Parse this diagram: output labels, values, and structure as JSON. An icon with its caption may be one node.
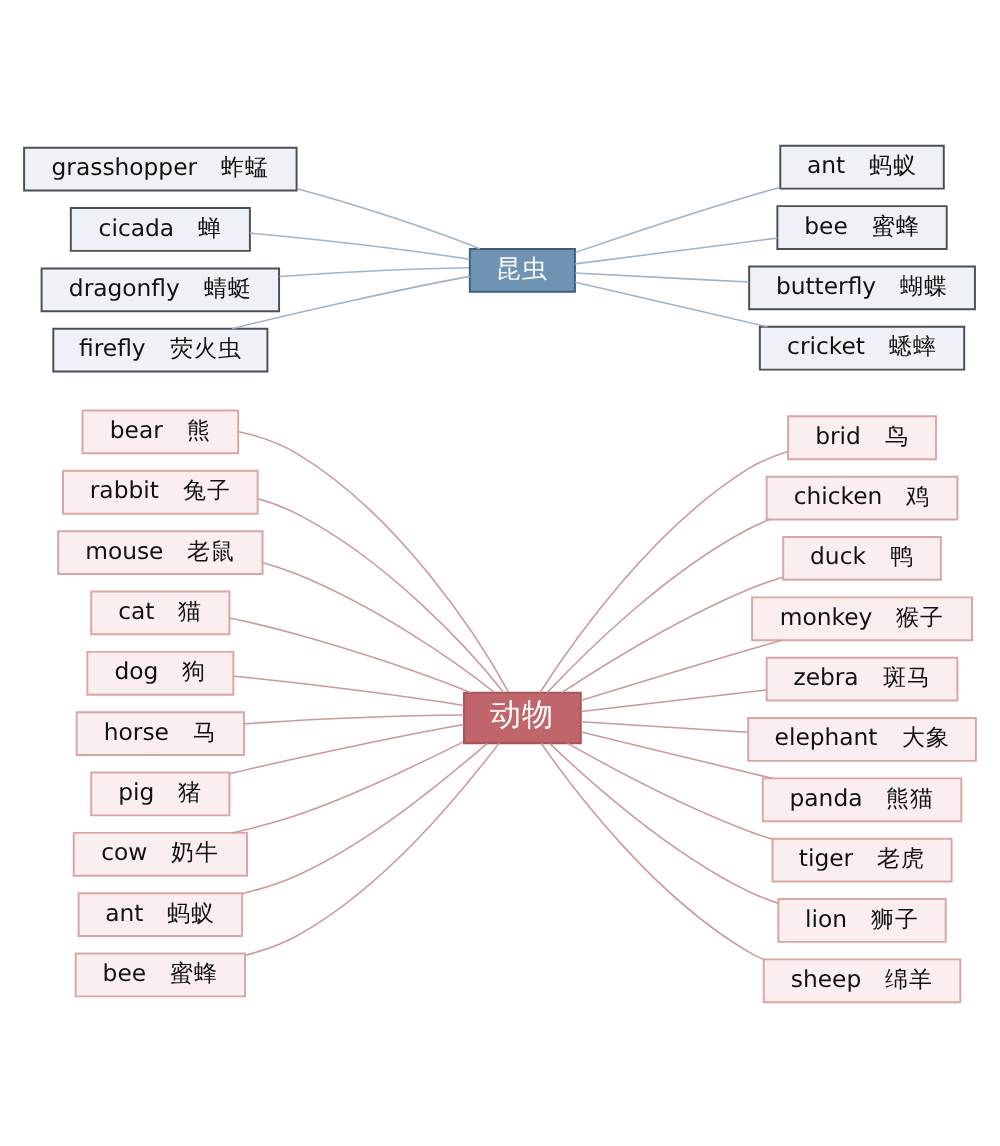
{
  "diagram": {
    "nodes": [
      {
        "text": [
          "动物"
        ]
      },
      {
        "text": [
          "bear　熊"
        ]
      },
      {
        "text": [
          "rabbit　兔子"
        ]
      },
      {
        "text": [
          "mouse　老鼠"
        ]
      },
      {
        "text": [
          "cat　猫"
        ]
      },
      {
        "text": [
          "dog　狗"
        ]
      },
      {
        "text": [
          "horse　马"
        ]
      },
      {
        "text": [
          "pig　猪"
        ]
      },
      {
        "text": [
          "cow　奶牛"
        ]
      },
      {
        "text": [
          "ant　蚂蚁"
        ]
      },
      {
        "text": [
          "bee　蜜蜂"
        ]
      },
      {
        "text": [
          "brid　鸟"
        ]
      },
      {
        "text": [
          "chicken　鸡"
        ]
      },
      {
        "text": [
          "duck　鸭"
        ]
      },
      {
        "text": [
          "monkey　猴子"
        ]
      },
      {
        "text": [
          "zebra　斑马"
        ]
      },
      {
        "text": [
          "elephant　大象"
        ]
      },
      {
        "text": [
          "panda　熊猫"
        ]
      },
      {
        "text": [
          "tiger　老虎"
        ]
      },
      {
        "text": [
          "lion　狮子"
        ]
      },
      {
        "text": [
          "sheep　绵羊"
        ]
      },
      {
        "text": [
          "昆虫"
        ]
      },
      {
        "text": [
          "grasshopper　蚱蜢"
        ]
      },
      {
        "text": [
          "cicada　蝉"
        ]
      },
      {
        "text": [
          "dragonfly　蜻蜓"
        ]
      },
      {
        "text": [
          "firefly　荧火虫"
        ]
      },
      {
        "text": [
          "ant　蚂蚁"
        ]
      },
      {
        "text": [
          "bee　蜜蜂"
        ]
      },
      {
        "text": [
          "butterfly　蝴蝶"
        ]
      },
      {
        "text": [
          "cricket　蟋蟀"
        ]
      }
    ],
    "edges": [
      {
        "from": 0,
        "to": 1,
        "arrow": "none"
      },
      {
        "from": 0,
        "to": 2,
        "arrow": "none"
      },
      {
        "from": 0,
        "to": 3,
        "arrow": "none"
      },
      {
        "from": 0,
        "to": 4,
        "arrow": "none"
      },
      {
        "from": 0,
        "to": 5,
        "arrow": "none"
      },
      {
        "from": 0,
        "to": 6,
        "arrow": "none"
      },
      {
        "from": 0,
        "to": 7,
        "arrow": "none"
      },
      {
        "from": 0,
        "to": 8,
        "arrow": "none"
      },
      {
        "from": 0,
        "to": 9,
        "arrow": "none"
      },
      {
        "from": 0,
        "to": 10,
        "arrow": "none"
      },
      {
        "from": 0,
        "to": 11,
        "arrow": "none"
      },
      {
        "from": 0,
        "to": 12,
        "arrow": "none"
      },
      {
        "from": 0,
        "to": 13,
        "arrow": "none"
      },
      {
        "from": 0,
        "to": 14,
        "arrow": "none"
      },
      {
        "from": 0,
        "to": 15,
        "arrow": "none"
      },
      {
        "from": 0,
        "to": 16,
        "arrow": "none"
      },
      {
        "from": 0,
        "to": 17,
        "arrow": "none"
      },
      {
        "from": 0,
        "to": 18,
        "arrow": "none"
      },
      {
        "from": 0,
        "to": 19,
        "arrow": "none"
      },
      {
        "from": 0,
        "to": 20,
        "arrow": "none"
      },
      {
        "from": 21,
        "to": 22,
        "arrow": "none",
        "color": "#9fb3c6"
      },
      {
        "from": 21,
        "to": 23,
        "arrow": "none",
        "color": "#9fb3c6"
      },
      {
        "from": 21,
        "to": 24,
        "arrow": "none",
        "color": "#9fb3c6"
      },
      {
        "from": 21,
        "to": 25,
        "arrow": "none",
        "color": "#9fb3c6"
      },
      {
        "from": 21,
        "to": 26,
        "arrow": "none",
        "color": "#9fb3c6"
      },
      {
        "from": 21,
        "to": 27,
        "arrow": "none",
        "color": "#9fb3c6"
      },
      {
        "from": 21,
        "to": 28,
        "arrow": "none",
        "color": "#9fb3c6"
      },
      {
        "from": 21,
        "to": 29,
        "arrow": "none",
        "color": "#9fb3c6"
      }
    ]
  }
}
